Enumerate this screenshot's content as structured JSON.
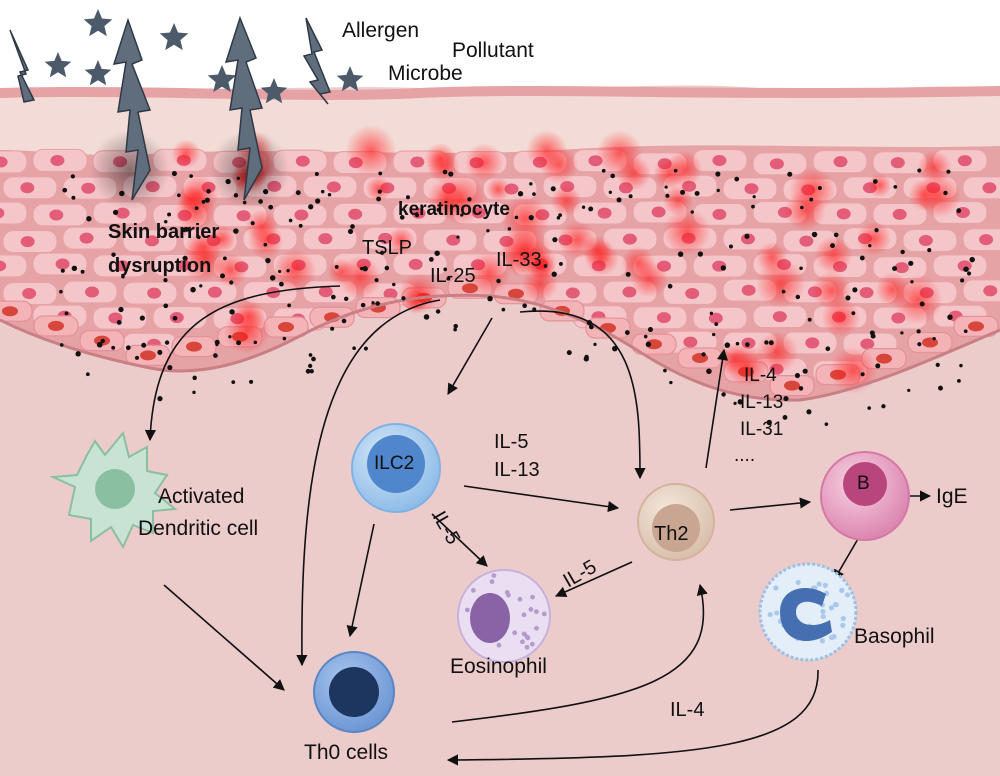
{
  "stimuli": {
    "allergen": "Allergen",
    "pollutant": "Pollutant",
    "microbe": "Microbe"
  },
  "epidermis": {
    "barrier_line1": "Skin barrier",
    "barrier_line2": "dysruption",
    "keratinocyte": "keratinocyte",
    "tslp": "TSLP",
    "il25": "IL-25",
    "il33": "IL-33"
  },
  "th2_cytokines": {
    "il4": "IL-4",
    "il13": "IL-13",
    "il31": "IL-31",
    "more": "...."
  },
  "cells": {
    "dc_line1": "Activated",
    "dc_line2": "Dendritic cell",
    "ilc2": "ILC2",
    "th2": "Th2",
    "b": "B",
    "ige": "IgE",
    "basophil": "Basophil",
    "eosinophil": "Eosinophil",
    "th0": "Th0 cells"
  },
  "arrow_labels": {
    "ilc2_th2_il5": "IL-5",
    "ilc2_th2_il13": "IL-13",
    "ilc2_eos_il5": "IL-5",
    "th2_eos_il5": "IL-5",
    "th0_th2_il4": "IL-4"
  },
  "colors": {
    "dermis": "#eccbcb",
    "epidermis": "#e5a3a6",
    "cell_fill": "#f5c6c9",
    "nucleus": "#e35d79",
    "inflammation": "#ff2a2a",
    "stratum_corneum": "#f3dcd7",
    "ilc2": "#4f86cc",
    "th2": "#c9a691",
    "b_cell": "#b8457b",
    "eosinophil": "#8a62a6",
    "basophil": "#456fb1",
    "th0": "#1d3660",
    "dendritic": "#8bbfa2",
    "stimuli": "#4c5a6a"
  }
}
